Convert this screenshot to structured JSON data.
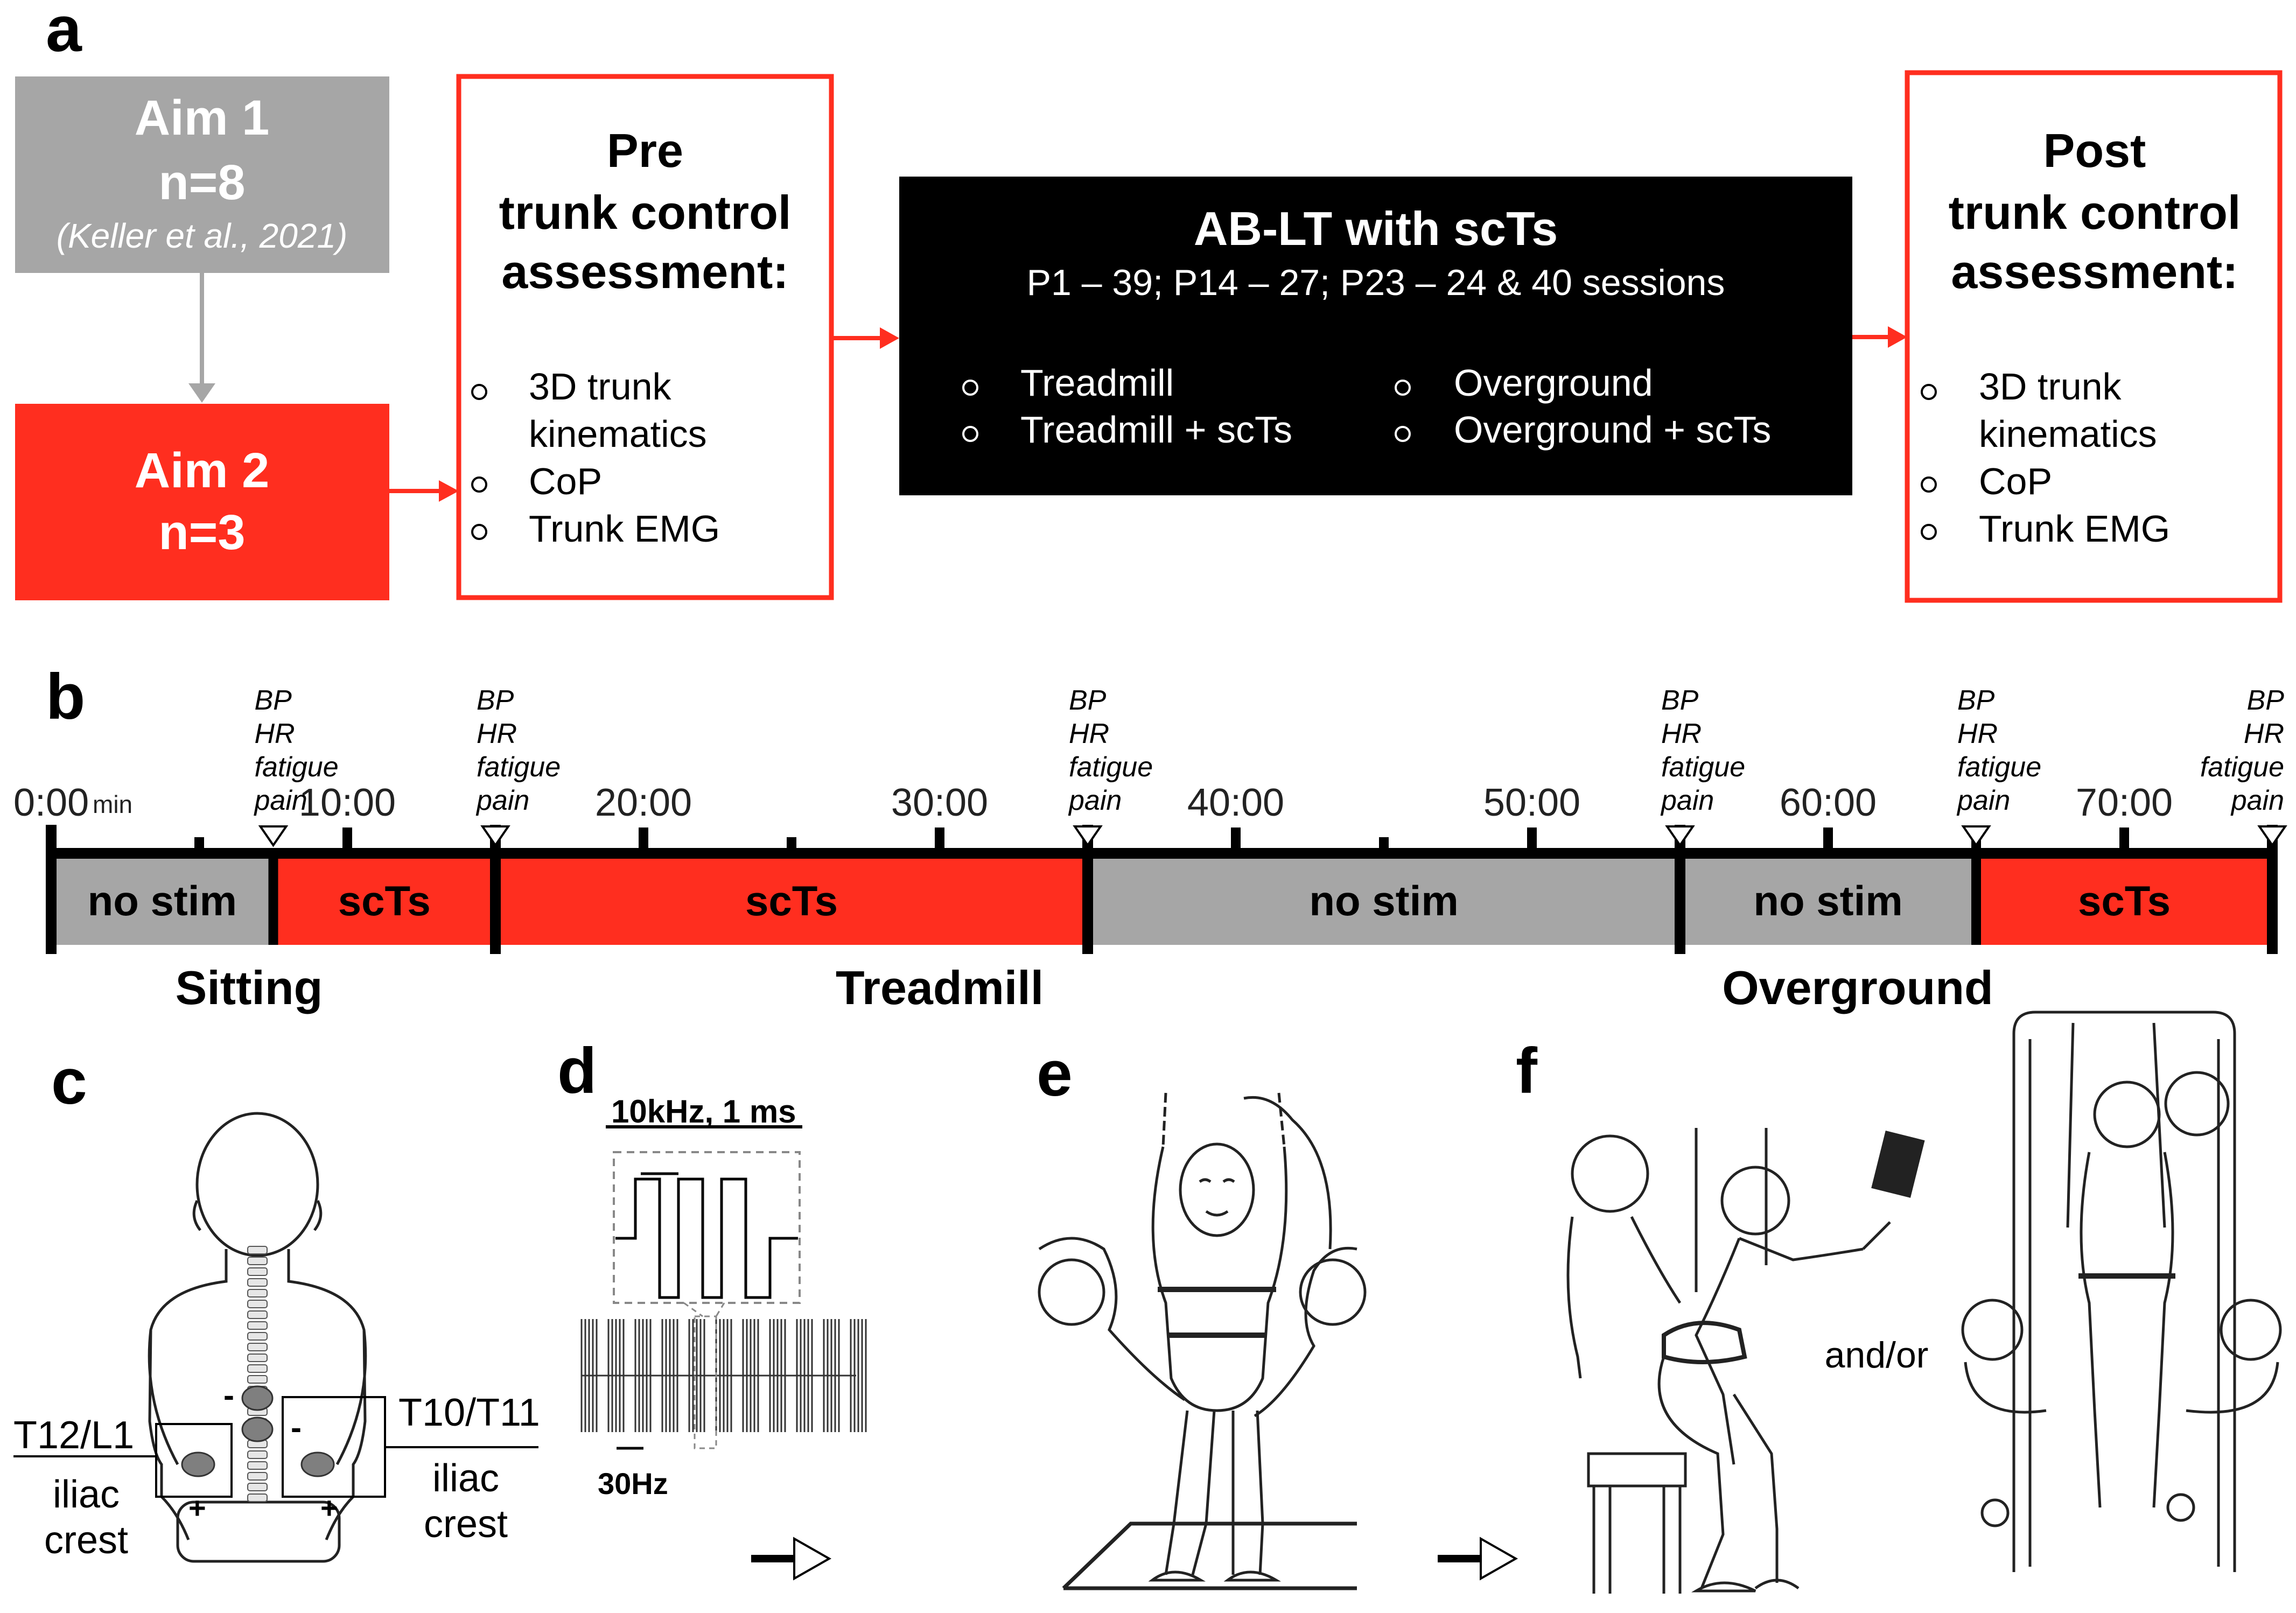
{
  "panels": {
    "a": "a",
    "b": "b",
    "c": "c",
    "d": "d",
    "e": "e",
    "f": "f"
  },
  "aim1": {
    "title": "Aim 1",
    "n": "n=8",
    "cite": "(Keller et al., 2021)"
  },
  "aim2": {
    "title": "Aim 2",
    "n": "n=3"
  },
  "pre": {
    "title1": "Pre",
    "title2": "trunk control",
    "title3": "assessment:",
    "items": [
      "3D trunk",
      "kinematics",
      "CoP",
      "Trunk EMG"
    ]
  },
  "ablt": {
    "title": "AB-LT with scTs",
    "subtitle": "P1 – 39; P14 – 27; P23 – 24 & 40 sessions",
    "items": [
      "Treadmill",
      "Treadmill + scTs",
      "Overground",
      "Overground + scTs"
    ]
  },
  "post": {
    "title1": "Post",
    "title2": "trunk control",
    "title3": "assessment:",
    "items": [
      "3D trunk",
      "kinematics",
      "CoP",
      "Trunk EMG"
    ]
  },
  "timeline": {
    "min_label": "min",
    "ticks": [
      "0:00",
      "10:00",
      "20:00",
      "30:00",
      "40:00",
      "50:00",
      "60:00",
      "70:00"
    ],
    "marker_text": [
      "BP",
      "HR",
      "fatigue",
      "pain"
    ],
    "segments": [
      {
        "label": "no stim",
        "start": 0,
        "end": 7.5,
        "color": "#a6a6a6"
      },
      {
        "label": "scTs",
        "start": 7.5,
        "end": 15,
        "color": "#ff2e1f"
      },
      {
        "label": "scTs",
        "start": 15,
        "end": 35,
        "color": "#ff2e1f"
      },
      {
        "label": "no stim",
        "start": 35,
        "end": 55,
        "color": "#a6a6a6"
      },
      {
        "label": "no stim",
        "start": 55,
        "end": 65,
        "color": "#a6a6a6"
      },
      {
        "label": "scTs",
        "start": 65,
        "end": 75,
        "color": "#ff2e1f"
      }
    ],
    "phases": [
      "Sitting",
      "Treadmill",
      "Overground"
    ]
  },
  "panel_c": {
    "left_label": "T12/L1",
    "right_label": "T10/T11",
    "left_crest": [
      "iliac",
      "crest"
    ],
    "right_crest": [
      "iliac",
      "crest"
    ],
    "minus": "-",
    "plus": "+"
  },
  "panel_d": {
    "top_label": "10kHz, 1 ms",
    "bottom_label": "30Hz"
  },
  "panel_f": {
    "and_or": "and/or"
  },
  "colors": {
    "red": "#ff2e1f",
    "gray": "#a6a6a6",
    "black": "#000000"
  }
}
